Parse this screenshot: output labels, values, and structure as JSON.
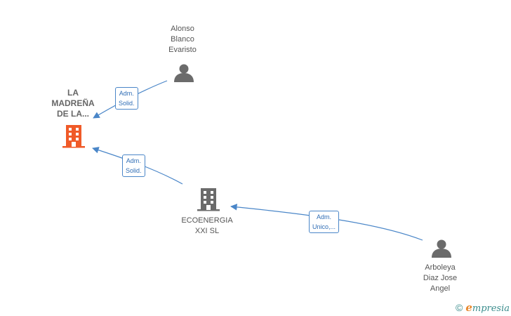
{
  "colors": {
    "edge": "#4a86c8",
    "company_main": "#f05a28",
    "company": "#6b6b6b",
    "person": "#6b6b6b"
  },
  "nodes": {
    "madrena": {
      "lines": [
        "LA",
        "MADREÑA",
        "DE LA..."
      ],
      "icon": "building-icon"
    },
    "alonso": {
      "lines": [
        "Alonso",
        "Blanco",
        "Evaristo"
      ],
      "icon": "person-icon"
    },
    "ecoenergia": {
      "lines": [
        "ECOENERGIA",
        "XXI SL"
      ],
      "icon": "building-icon"
    },
    "arboleya": {
      "lines": [
        "Arboleya",
        "Diaz Jose",
        "Angel"
      ],
      "icon": "person-icon"
    }
  },
  "edges": {
    "alonso_madrena": {
      "lines": [
        "Adm.",
        "Solid."
      ]
    },
    "eco_madrena": {
      "lines": [
        "Adm.",
        "Solid."
      ]
    },
    "arboleya_eco": {
      "lines": [
        "Adm.",
        "Unico,..."
      ]
    }
  },
  "watermark": {
    "copyright": "©",
    "brand_e": "e",
    "brand_rest": "mpresia"
  }
}
